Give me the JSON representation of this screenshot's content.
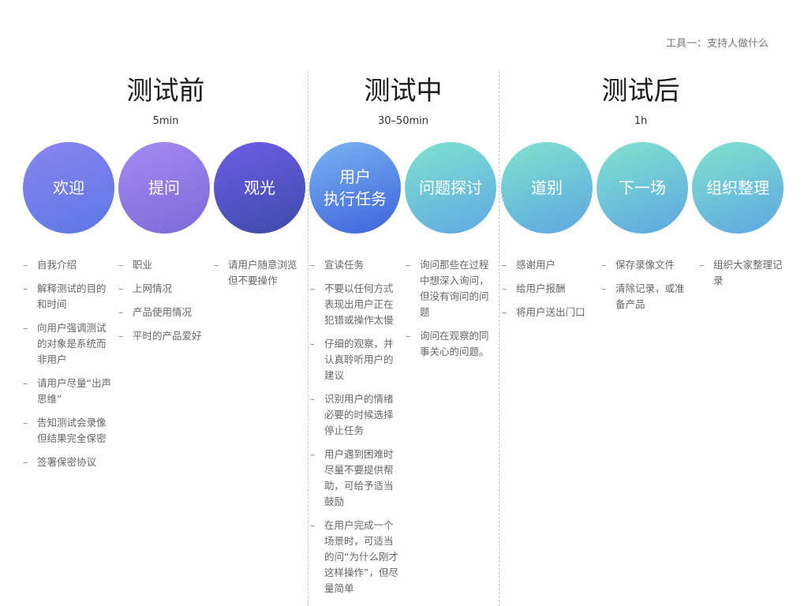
{
  "page_label": "工具一：支持人做什么",
  "phases": [
    {
      "title": "测试前",
      "duration": "5min"
    },
    {
      "title": "测试中",
      "duration": "30–50min"
    },
    {
      "title": "测试后",
      "duration": "1h"
    }
  ],
  "steps": [
    {
      "label": "欢迎",
      "gradient": [
        "#8b84ee",
        "#5b78e6"
      ]
    },
    {
      "label": "提问",
      "gradient": [
        "#a58af2",
        "#7c6ad8"
      ]
    },
    {
      "label": "观光",
      "gradient": [
        "#6c5ee8",
        "#3f4aa8"
      ]
    },
    {
      "label": "用户\n执行任务",
      "gradient": [
        "#7ab4f2",
        "#3d62dc"
      ]
    },
    {
      "label": "问题探讨",
      "gradient": [
        "#7fe3cf",
        "#5fa8e3"
      ]
    },
    {
      "label": "道别",
      "gradient": [
        "#80e4cc",
        "#5ea5e3"
      ]
    },
    {
      "label": "下一场",
      "gradient": [
        "#80e4cc",
        "#5ea5e3"
      ]
    },
    {
      "label": "组织整理",
      "gradient": [
        "#80e4cc",
        "#5ea5e3"
      ]
    }
  ],
  "notes": [
    [
      "自我介绍",
      "解释测试的目的和时间",
      "向用户强调测试的对象是系统而非用户",
      "请用户尽量“出声思维”",
      "告知测试会录像但结果完全保密",
      "签署保密协议"
    ],
    [
      "职业",
      "上网情况",
      "产品使用情况",
      "平时的产品爱好"
    ],
    [
      "请用户随意浏览但不要操作"
    ],
    [
      "宣读任务",
      "不要以任何方式表现出用户正在犯错或操作太慢",
      "仔细的观察，并认真聆听用户的建议",
      "识别用户的情绪必要的时候选择停止任务",
      "用户遇到困难时尽量不要提供帮助，可给予适当鼓励",
      "在用户完成一个场景时，可适当的问“为什么刚才这样操作”，但尽量简单"
    ],
    [
      "询问那些在过程中想深入询问，但没有询问的问题",
      "询问在观察的同事关心的问题。"
    ],
    [
      "感谢用户",
      "给用户报酬",
      "将用户送出门口"
    ],
    [
      "保存录像文件",
      "清除记录，或准备产品"
    ],
    [
      "组织大家整理记录"
    ]
  ]
}
